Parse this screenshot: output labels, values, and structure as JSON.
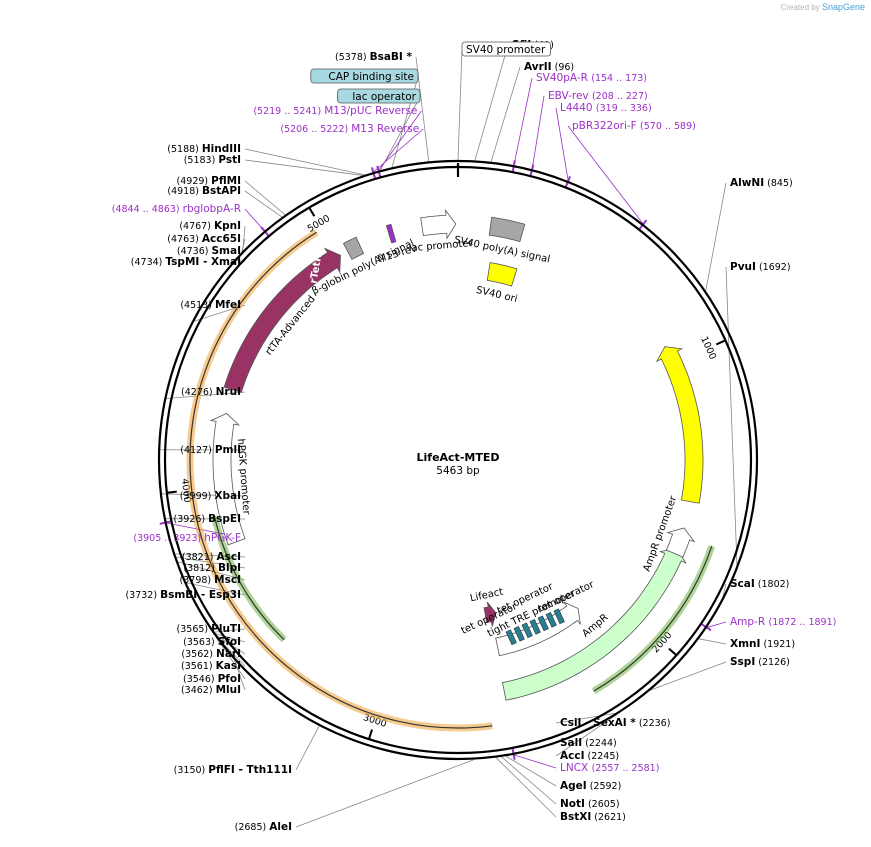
{
  "watermark": {
    "prefix": "Created by",
    "brand": "SnapGene"
  },
  "plasmid": {
    "name": "LifeAct-MTED",
    "size_label": "5463 bp",
    "length": 5463
  },
  "tick_labels": [
    {
      "bp": 1000,
      "label": "1000"
    },
    {
      "bp": 2000,
      "label": "2000"
    },
    {
      "bp": 3000,
      "label": "3000"
    },
    {
      "bp": 4000,
      "label": "4000"
    },
    {
      "bp": 5000,
      "label": "5000"
    }
  ],
  "colors": {
    "enzyme": "#000000",
    "primer": "#9b30c8",
    "leader": "#888888",
    "primer_leader": "#9b30c8"
  },
  "outer_labels": [
    {
      "side": "L",
      "enzymes": [
        {
          "name": "BsaBI",
          "pos": "(5378)"
        }
      ],
      "star": true,
      "bp": 5378
    },
    {
      "side": "R",
      "enzymes": [
        {
          "name": "SfiI",
          "pos": "(49)"
        }
      ],
      "bp": 49
    },
    {
      "side": "R",
      "enzymes": [
        {
          "name": "AvrII",
          "pos": "(96)"
        }
      ],
      "bp": 96
    },
    {
      "side": "R",
      "primer": true,
      "name": "SV40pA-R",
      "range": "(154 .. 173)",
      "bp": 163
    },
    {
      "side": "R",
      "primer": true,
      "name": "EBV-rev",
      "range": "(208 .. 227)",
      "bp": 217
    },
    {
      "side": "R",
      "primer": true,
      "name": "L4440",
      "range": "(319 .. 336)",
      "bp": 327
    },
    {
      "side": "R",
      "primer": true,
      "name": "pBR322ori-F",
      "range": "(570 .. 589)",
      "bp": 579
    },
    {
      "side": "R",
      "enzymes": [
        {
          "name": "AlwNI",
          "pos": "(845)"
        }
      ],
      "bp": 845
    },
    {
      "side": "R",
      "enzymes": [
        {
          "name": "PvuI",
          "pos": "(1692)"
        }
      ],
      "bp": 1692
    },
    {
      "side": "R",
      "enzymes": [
        {
          "name": "ScaI",
          "pos": "(1802)"
        }
      ],
      "bp": 1802
    },
    {
      "side": "R",
      "primer": true,
      "name": "Amp-R",
      "range": "(1872 .. 1891)",
      "bp": 1881
    },
    {
      "side": "R",
      "enzymes": [
        {
          "name": "XmnI",
          "pos": "(1921)"
        }
      ],
      "bp": 1921
    },
    {
      "side": "R",
      "enzymes": [
        {
          "name": "SspI",
          "pos": "(2126)"
        }
      ],
      "bp": 2126
    },
    {
      "side": "R",
      "enzymes": [
        {
          "name": "CsiI"
        },
        {
          "name": "SexAI",
          "pos": "(2236)"
        }
      ],
      "star": true,
      "bp": 2236
    },
    {
      "side": "R",
      "enzymes": [
        {
          "name": "SalI",
          "pos": "(2244)"
        }
      ],
      "bp": 2244
    },
    {
      "side": "R",
      "enzymes": [
        {
          "name": "AccI",
          "pos": "(2245)"
        }
      ],
      "bp": 2245
    },
    {
      "side": "R",
      "primer": true,
      "name": "LNCX",
      "range": "(2557 .. 2581)",
      "bp": 2569
    },
    {
      "side": "R",
      "enzymes": [
        {
          "name": "AgeI",
          "pos": "(2592)"
        }
      ],
      "bp": 2592
    },
    {
      "side": "R",
      "enzymes": [
        {
          "name": "NotI",
          "pos": "(2605)"
        }
      ],
      "bp": 2605
    },
    {
      "side": "R",
      "enzymes": [
        {
          "name": "BstXI",
          "pos": "(2621)"
        }
      ],
      "bp": 2621
    },
    {
      "side": "L",
      "enzymes": [
        {
          "name": "AleI",
          "pos": "(2685)"
        }
      ],
      "bp": 2685
    },
    {
      "side": "L",
      "enzymes": [
        {
          "name": "PflFI",
          "pos": "(3150)"
        },
        {
          "name": "Tth111I"
        }
      ],
      "bp": 3150
    },
    {
      "side": "L",
      "enzymes": [
        {
          "name": "MluI",
          "pos": "(3462)"
        }
      ],
      "bp": 3462
    },
    {
      "side": "L",
      "enzymes": [
        {
          "name": "PfoI",
          "pos": "(3546)"
        }
      ],
      "bp": 3546
    },
    {
      "side": "L",
      "enzymes": [
        {
          "name": "KasI",
          "pos": "(3561)"
        }
      ],
      "bp": 3561
    },
    {
      "side": "L",
      "enzymes": [
        {
          "name": "NarI",
          "pos": "(3562)"
        }
      ],
      "bp": 3562
    },
    {
      "side": "L",
      "enzymes": [
        {
          "name": "SfoI",
          "pos": "(3563)"
        }
      ],
      "bp": 3563
    },
    {
      "side": "L",
      "enzymes": [
        {
          "name": "PluTI",
          "pos": "(3565)"
        }
      ],
      "bp": 3565
    },
    {
      "side": "L",
      "enzymes": [
        {
          "name": "BsmBI",
          "pos": "(3732)"
        },
        {
          "name": "Esp3I"
        }
      ],
      "bp": 3732
    },
    {
      "side": "L",
      "enzymes": [
        {
          "name": "MscI",
          "pos": "(3798)"
        }
      ],
      "bp": 3798
    },
    {
      "side": "L",
      "enzymes": [
        {
          "name": "BlpI",
          "pos": "(3812)"
        }
      ],
      "bp": 3812
    },
    {
      "side": "L",
      "enzymes": [
        {
          "name": "AscI",
          "pos": "(3821)"
        }
      ],
      "bp": 3821
    },
    {
      "side": "L",
      "primer": true,
      "name": "hPGK-F",
      "range": "(3905 .. 3923)",
      "bp": 3914
    },
    {
      "side": "L",
      "enzymes": [
        {
          "name": "BspEI",
          "pos": "(3926)"
        }
      ],
      "bp": 3926
    },
    {
      "side": "L",
      "enzymes": [
        {
          "name": "XbaI",
          "pos": "(3999)"
        }
      ],
      "bp": 3999
    },
    {
      "side": "L",
      "enzymes": [
        {
          "name": "PmlI",
          "pos": "(4127)"
        }
      ],
      "bp": 4127
    },
    {
      "side": "L",
      "enzymes": [
        {
          "name": "NruI",
          "pos": "(4276)"
        }
      ],
      "bp": 4276
    },
    {
      "side": "L",
      "enzymes": [
        {
          "name": "MfeI",
          "pos": "(4513)"
        }
      ],
      "bp": 4513
    },
    {
      "side": "L",
      "enzymes": [
        {
          "name": "TspMI",
          "pos": "(4734)"
        },
        {
          "name": "XmaI"
        }
      ],
      "bp": 4734
    },
    {
      "side": "L",
      "enzymes": [
        {
          "name": "SmaI",
          "pos": "(4736)"
        }
      ],
      "bp": 4736
    },
    {
      "side": "L",
      "enzymes": [
        {
          "name": "Acc65I",
          "pos": "(4763)"
        }
      ],
      "bp": 4763
    },
    {
      "side": "L",
      "enzymes": [
        {
          "name": "KpnI",
          "pos": "(4767)"
        }
      ],
      "bp": 4767
    },
    {
      "side": "L",
      "primer": true,
      "name": "rbglobpA-R",
      "range": "(4844 .. 4863)",
      "bp": 4853
    },
    {
      "side": "L",
      "enzymes": [
        {
          "name": "BstAPI",
          "pos": "(4918)"
        }
      ],
      "bp": 4918
    },
    {
      "side": "L",
      "enzymes": [
        {
          "name": "PflMI",
          "pos": "(4929)"
        }
      ],
      "bp": 4929
    },
    {
      "side": "L",
      "enzymes": [
        {
          "name": "PstI",
          "pos": "(5183)"
        }
      ],
      "bp": 5183
    },
    {
      "side": "L",
      "enzymes": [
        {
          "name": "HindIII",
          "pos": "(5188)"
        }
      ],
      "bp": 5188
    },
    {
      "side": "L",
      "primer": true,
      "name": "M13 Reverse",
      "range": "(5206 .. 5222)",
      "bp": 5214
    },
    {
      "side": "L",
      "boxed": true,
      "name": "lac operator",
      "bp": 5235
    },
    {
      "side": "L",
      "primer": true,
      "name": "M13/pUC Reverse",
      "range": "(5219 .. 5241)",
      "bp": 5230
    },
    {
      "side": "L",
      "boxed": true,
      "name": "CAP binding site",
      "bp": 5270
    },
    {
      "side": "R",
      "boxed": true,
      "name": "SV40 promoter",
      "bp": 5463
    }
  ],
  "features": [
    {
      "name": "ori",
      "start": 930,
      "end": 1520,
      "dir": "-",
      "color": "#ffff00",
      "lane": 1,
      "label_inside": true
    },
    {
      "name": "AmpR",
      "start": 1700,
      "end": 2560,
      "dir": "-",
      "color": "#ccffcc",
      "lane": 1,
      "label": "AmpR"
    },
    {
      "name": "AmpR promoter",
      "start": 1620,
      "end": 1720,
      "dir": "-",
      "color": "#ffffff",
      "lane": 1,
      "label": "AmpR promoter"
    },
    {
      "name": "rtTA-Advanced",
      "start": 4360,
      "end": 5010,
      "dir": "+",
      "color": "#993366",
      "lane": 1,
      "label": "rtTA-Advanced",
      "inner_label": "rTetR"
    },
    {
      "name": "hPGK promoter",
      "start": 3790,
      "end": 4270,
      "dir": "+",
      "color": "#ffffff",
      "lane": 1,
      "label": "hPGK promoter"
    },
    {
      "name": "SV40 poly(A) signal",
      "start": 120,
      "end": 240,
      "color": "#a6a6a6",
      "lane": 1,
      "box": true,
      "label": "SV40 poly(A) signal"
    },
    {
      "name": "lac promoter",
      "start": 5330,
      "end": 5455,
      "dir": "+",
      "color": "#ffffff",
      "lane": 1,
      "label": "lac promoter"
    },
    {
      "name": "SV40 ori",
      "start": 140,
      "end": 260,
      "color": "#ffff00",
      "lane": 2,
      "box": true,
      "label": "SV40 ori"
    },
    {
      "name": "β-globin poly(A) signal",
      "start": 5040,
      "end": 5090,
      "color": "#a6a6a6",
      "lane": 1,
      "box": true,
      "label": "β-globin poly(A) signal"
    },
    {
      "name": "tight TRE promoter",
      "start": 2140,
      "end": 2550,
      "dir": "-",
      "color": "#ffffff",
      "lane": 2,
      "label": "tight TRE promoter"
    },
    {
      "name": "Lifeact",
      "start": 2520,
      "end": 2580,
      "dir": "-",
      "color": "#993366",
      "lane": 3,
      "label": "Lifeact"
    },
    {
      "name": "M13 rev",
      "start": 5205,
      "end": 5222,
      "color": "#9b30c8",
      "lane": 1,
      "label": "M13 rev"
    }
  ],
  "tet_operators": {
    "labels": [
      "tet operator",
      "tet operator",
      "tet operator"
    ],
    "count": 7,
    "color": "#2a7f8f"
  },
  "outer_arcs": [
    {
      "start": 2620,
      "end": 3880,
      "color": "#f0a030",
      "lane": "outer"
    },
    {
      "start": 3880,
      "end": 4980,
      "color": "#f0a030",
      "lane": "outer"
    },
    {
      "start": 1650,
      "end": 2270,
      "color": "#6bb341",
      "lane": "outer2"
    },
    {
      "start": 3400,
      "end": 3900,
      "color": "#6bb341",
      "lane": "inner"
    }
  ]
}
